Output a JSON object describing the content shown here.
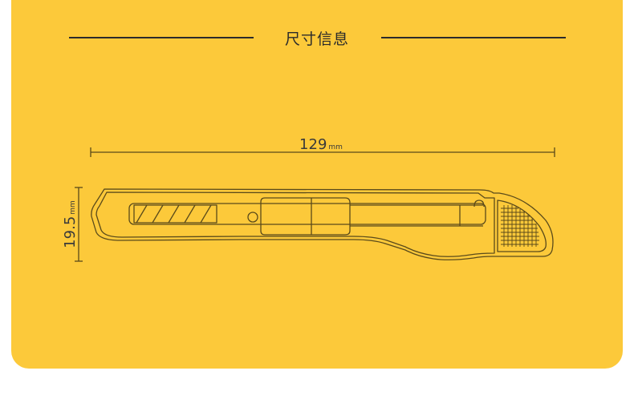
{
  "header": {
    "title": "尺寸信息"
  },
  "dimensions": {
    "length_value": "129",
    "length_unit": "mm",
    "height_value": "19.5",
    "height_unit": "mm"
  },
  "colors": {
    "background": "#fcc93a",
    "line": "#5a4a1a",
    "text": "#2b2b2b"
  },
  "icons": [
    "utility-knife-outline-icon"
  ]
}
